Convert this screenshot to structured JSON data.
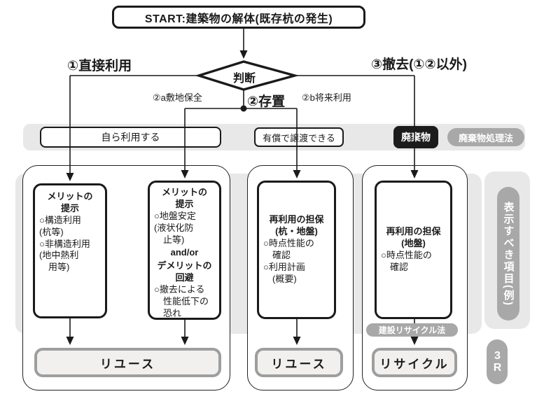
{
  "start": {
    "label": "START:建築物の解体(既存杭の発生)"
  },
  "decision": {
    "label": "判断"
  },
  "branches": {
    "b1": "①直接利用",
    "b2": "②存置",
    "b2a": "②a敷地保全",
    "b2b": "②b将来利用",
    "b3": "③撤去(①②以外)"
  },
  "row1": {
    "self_use": "自ら利用する",
    "paid_transfer": "有償で譲渡できる",
    "waste": "廃棄物",
    "waste_law": "廃棄物処理法"
  },
  "columns": {
    "c1": {
      "header": [
        "メリットの",
        "提示"
      ],
      "items": [
        "○構造利用",
        "(杭等)",
        "○非構造利用",
        "(地中熱利",
        "　用等)"
      ]
    },
    "c2": {
      "header": [
        "メリットの",
        "提示"
      ],
      "items1": [
        "○地盤安定",
        "(液状化防",
        "　止等)"
      ],
      "connector": "and/or",
      "header2": [
        "デメリットの",
        "回避"
      ],
      "items2": [
        "○撤去による",
        "　性能低下の",
        "　恐れ"
      ]
    },
    "c3": {
      "header": [
        "再利用の担保",
        "(杭・地盤)"
      ],
      "items": [
        "○時点性能の",
        "　確認",
        "○利用計画",
        "　(概要)"
      ]
    },
    "c4": {
      "header": [
        "再利用の担保",
        "(地盤)"
      ],
      "items": [
        "○時点性能の",
        "　確認"
      ]
    }
  },
  "outcomes": {
    "reuse_left": "リユース",
    "reuse_mid": "リユース",
    "recycle": "リサイクル",
    "recycle_law": "建設リサイクル法"
  },
  "side": {
    "display_items": "表示すべき項目(例)",
    "three_r": "3R"
  },
  "colors": {
    "panel_gray": "#e8e8e8",
    "pill_gray": "#a8a8a8",
    "box_black": "#1c1c1c",
    "line_black": "#1a1a1a",
    "outcome_fill": "#f1f0ee",
    "outcome_border": "#9e9e9e"
  }
}
